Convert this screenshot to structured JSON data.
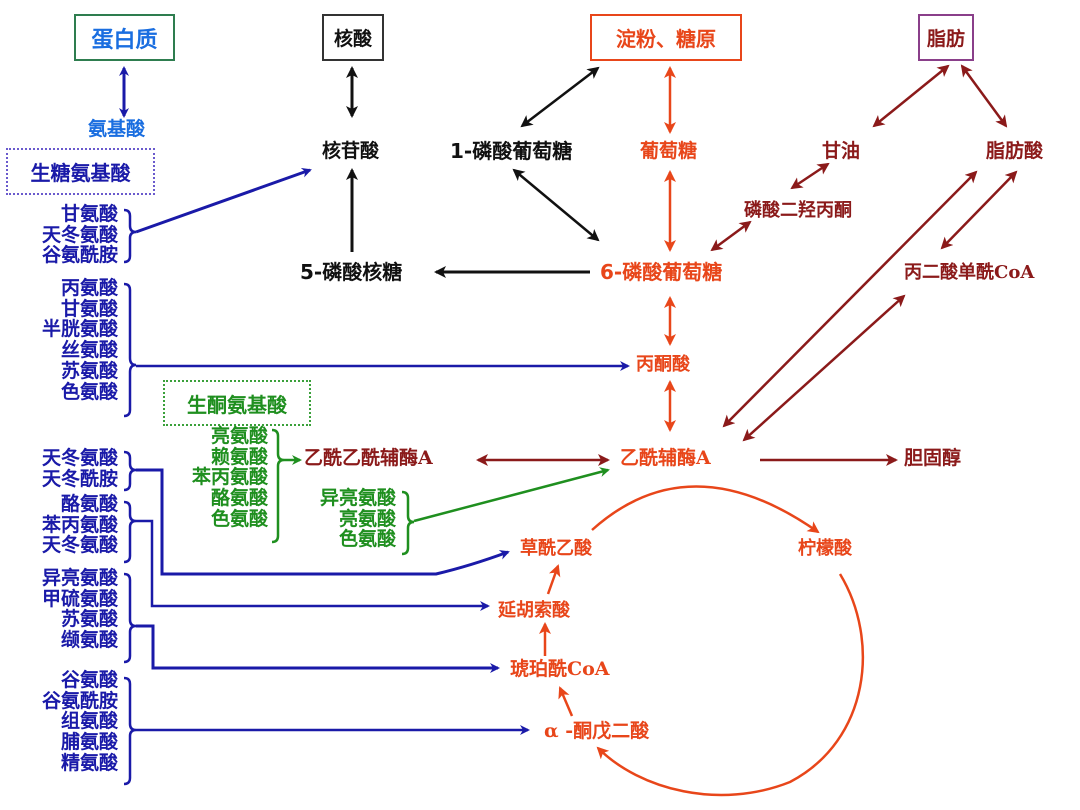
{
  "title_boxes": {
    "protein": "蛋白质",
    "nucleic_acid": "核酸",
    "starch_glycogen": "淀粉、糖原",
    "fat": "脂肪"
  },
  "nodes": {
    "amino_acid": "氨基酸",
    "nucleotide": "核苷酸",
    "glucose_1p": "1-磷酸葡萄糖",
    "glucose": "葡萄糖",
    "glycerol": "甘油",
    "fatty_acid": "脂肪酸",
    "dhap": "磷酸二羟丙酮",
    "ribose_5p": "5-磷酸核糖",
    "glucose_6p": "6-磷酸葡萄糖",
    "malonyl_coa": "丙二酸单酰CoA",
    "pyruvate": "丙酮酸",
    "acetoacetyl_coa": "乙酰乙酰辅酶A",
    "acetyl_coa": "乙酰辅酶A",
    "cholesterol": "胆固醇",
    "oxaloacetate": "草酰乙酸",
    "citrate": "柠檬酸",
    "fumarate": "延胡索酸",
    "succinyl_coa": "琥珀酰CoA",
    "alpha_kg": "α -酮戊二酸"
  },
  "glucogenic_title": "生糖氨基酸",
  "ketogenic_title": "生酮氨基酸",
  "glucogenic_groups": {
    "to_nucleotide": [
      "甘氨酸",
      "天冬氨酸",
      "谷氨酰胺"
    ],
    "to_pyruvate": [
      "丙氨酸",
      "甘氨酸",
      "半胱氨酸",
      "丝氨酸",
      "苏氨酸",
      "色氨酸"
    ],
    "to_oxaloacetate": [
      "天冬氨酸",
      "天冬酰胺"
    ],
    "to_fumarate": [
      "酪氨酸",
      "苯丙氨酸",
      "天冬氨酸"
    ],
    "to_succinyl_coa": [
      "异亮氨酸",
      "甲硫氨酸",
      "苏氨酸",
      "缬氨酸"
    ],
    "to_alpha_kg": [
      "谷氨酸",
      "谷氨酰胺",
      "组氨酸",
      "脯氨酸",
      "精氨酸"
    ]
  },
  "ketogenic_groups": {
    "to_acetoacetyl_coa": [
      "亮氨酸",
      "赖氨酸",
      "苯丙氨酸",
      "酪氨酸",
      "色氨酸"
    ],
    "to_acetyl_coa": [
      "异亮氨酸",
      "亮氨酸",
      "色氨酸"
    ]
  },
  "colors": {
    "protein_branch": "#1a1aa8",
    "nucleic_branch": "#111111",
    "carbohydrate": "#e8461a",
    "lipid": "#8b1a1a",
    "ketogenic": "#1f8f1f"
  }
}
